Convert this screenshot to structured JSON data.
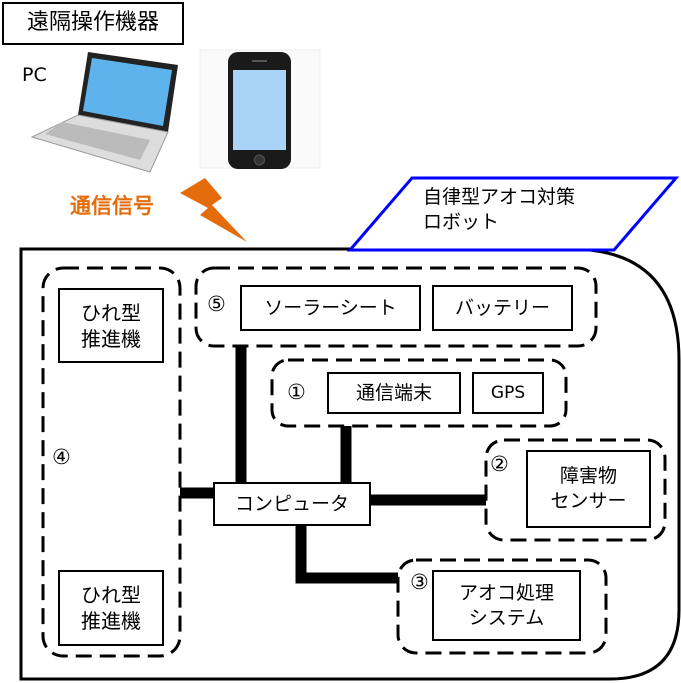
{
  "remote": {
    "title": "遠隔操作機器",
    "pc_label": "PC"
  },
  "signal": {
    "label": "通信信号",
    "color": "#E46C0A"
  },
  "robot": {
    "label": "自律型アオコ対策\nロボット",
    "outline_color": "#0000FF"
  },
  "groups": {
    "g1": {
      "number": "①",
      "items": [
        "通信端末",
        "GPS"
      ]
    },
    "g2": {
      "number": "②",
      "items": [
        "障害物\nセンサー"
      ]
    },
    "g3": {
      "number": "③",
      "items": [
        "アオコ処理\nシステム"
      ]
    },
    "g4": {
      "number": "④",
      "items": [
        "ひれ型\n推進機",
        "ひれ型\n推進機"
      ]
    },
    "g5": {
      "number": "⑤",
      "items": [
        "ソーラーシート",
        "バッテリー"
      ]
    }
  },
  "computer": {
    "label": "コンピュータ"
  }
}
